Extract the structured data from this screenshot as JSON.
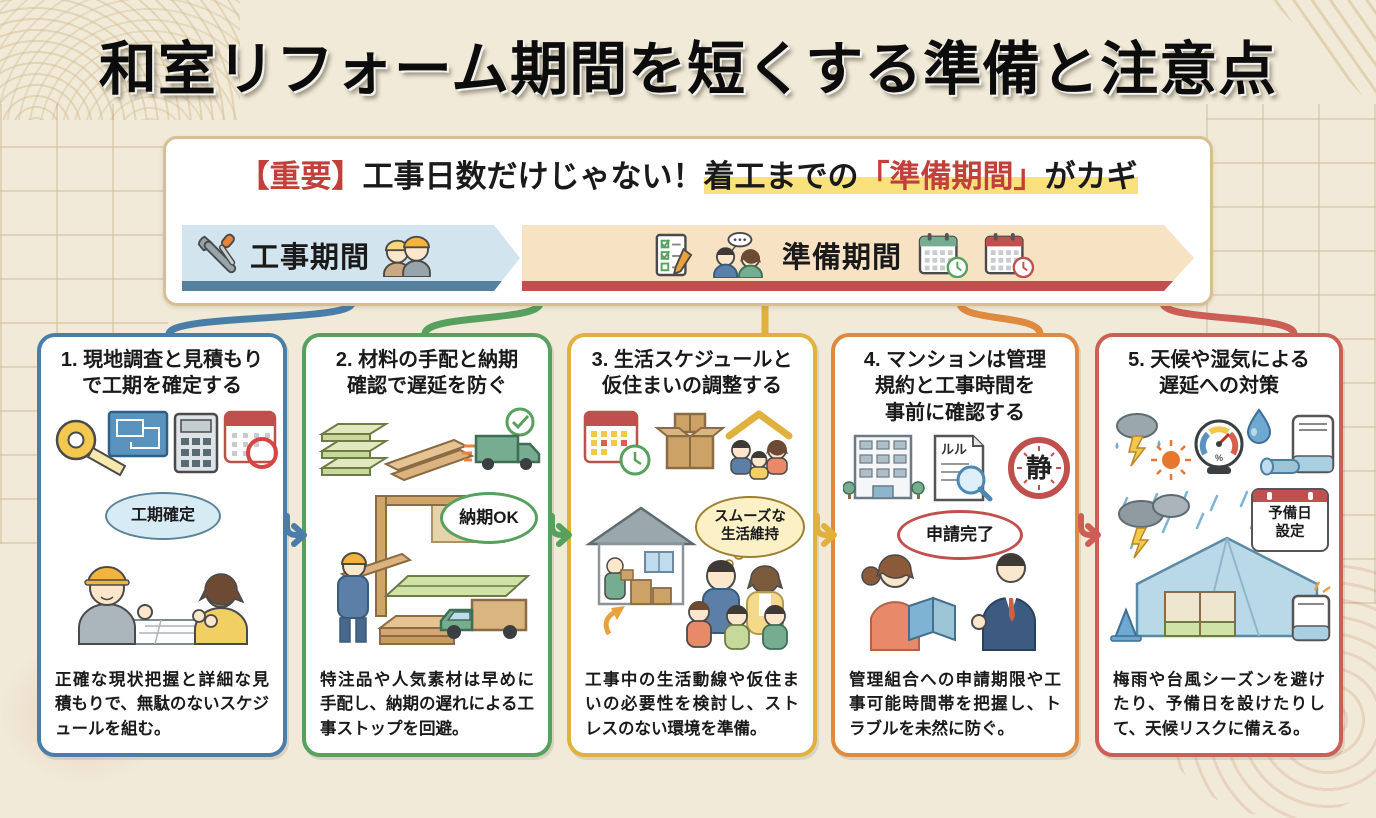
{
  "page_title": "和室リフォーム期間を短くする準備と注意点",
  "header": {
    "tag": "【重要】",
    "headline_plain": "工事日数だけじゃない！",
    "headline_mid": "着工までの",
    "headline_highlight": "「準備期間」",
    "headline_suffix": "がカギ",
    "banners": {
      "construction": {
        "label": "工事期間",
        "fill": "#d2e4ee",
        "accent": "#55809f",
        "icons": [
          "wrench-screwdriver-icon",
          "construction-workers-icon"
        ]
      },
      "preparation": {
        "label": "準備期間",
        "fill": "#f8e2c4",
        "accent": "#c0504d",
        "icons": [
          "checklist-pencil-icon",
          "talking-people-icon",
          "calendar-clock-green-icon",
          "calendar-clock-red-icon"
        ]
      }
    }
  },
  "colors": {
    "background": "#f1ead8",
    "panel_border": "#d9be92",
    "highlight_marker": "#f9e27d",
    "emphasis_red": "#c2403a"
  },
  "steps": [
    {
      "title": "1. 現地調査と見積もり\nで工期を確定する",
      "bubble": "工期確定",
      "description": "正確な現状把握と詳細な見積もりで、無駄のないスケジュールを組む。",
      "accent_color": "#4a7ea8",
      "icons": [
        "tape-measure-icon",
        "blueprint-icon",
        "calculator-icon",
        "calendar-circled-icon",
        "contractor-client-meeting"
      ]
    },
    {
      "title": "2. 材料の手配と納期\n確認で遅延を防ぐ",
      "bubble": "納期OK",
      "description": "特注品や人気素材は早めに手配し、納期の遅れによる工事ストップを回避。",
      "accent_color": "#57a05e",
      "icons": [
        "tatami-stack-icon",
        "lumber-icon",
        "check-icon",
        "delivery-truck-icon",
        "worker-carrying-lumber"
      ]
    },
    {
      "title": "3. 生活スケジュールと\n仮住まいの調整する",
      "bubble": "スムーズな\n生活維持",
      "description": "工事中の生活動線や仮住まいの必要性を検討し、ストレスのない環境を準備。",
      "accent_color": "#e0b13e",
      "icons": [
        "calendar-clock-icon",
        "moving-boxes-icon",
        "family-home-icon",
        "temporary-house-scene",
        "family-group"
      ]
    },
    {
      "title": "4. マンションは管理\n規約と工事時間を\n事前に確認する",
      "bubble": "申請完了",
      "doc_label": "ルル",
      "quiet_sign": "静",
      "description": "管理組合への申請期限や工事可能時間帯を把握し、トラブルを未然に防ぐ。",
      "accent_color": "#e08a3f",
      "icons": [
        "apartment-building-icon",
        "rules-document-icon",
        "magnifier-icon",
        "quiet-sign-icon",
        "resident-manager-meeting"
      ]
    },
    {
      "title": "5. 天候や湿気による\n遅延への対策",
      "bubble": "予備日\n設定",
      "gauge_label": "%",
      "description": "梅雨や台風シーズンを避けたり、予備日を設けたりして、天候リスクに備える。",
      "accent_color": "#cc5f55",
      "icons": [
        "storm-cloud-icon",
        "sun-icon",
        "hygrometer-icon",
        "water-drop-icon",
        "dehumidifier-icon",
        "tarp-covered-room-scene"
      ]
    }
  ]
}
